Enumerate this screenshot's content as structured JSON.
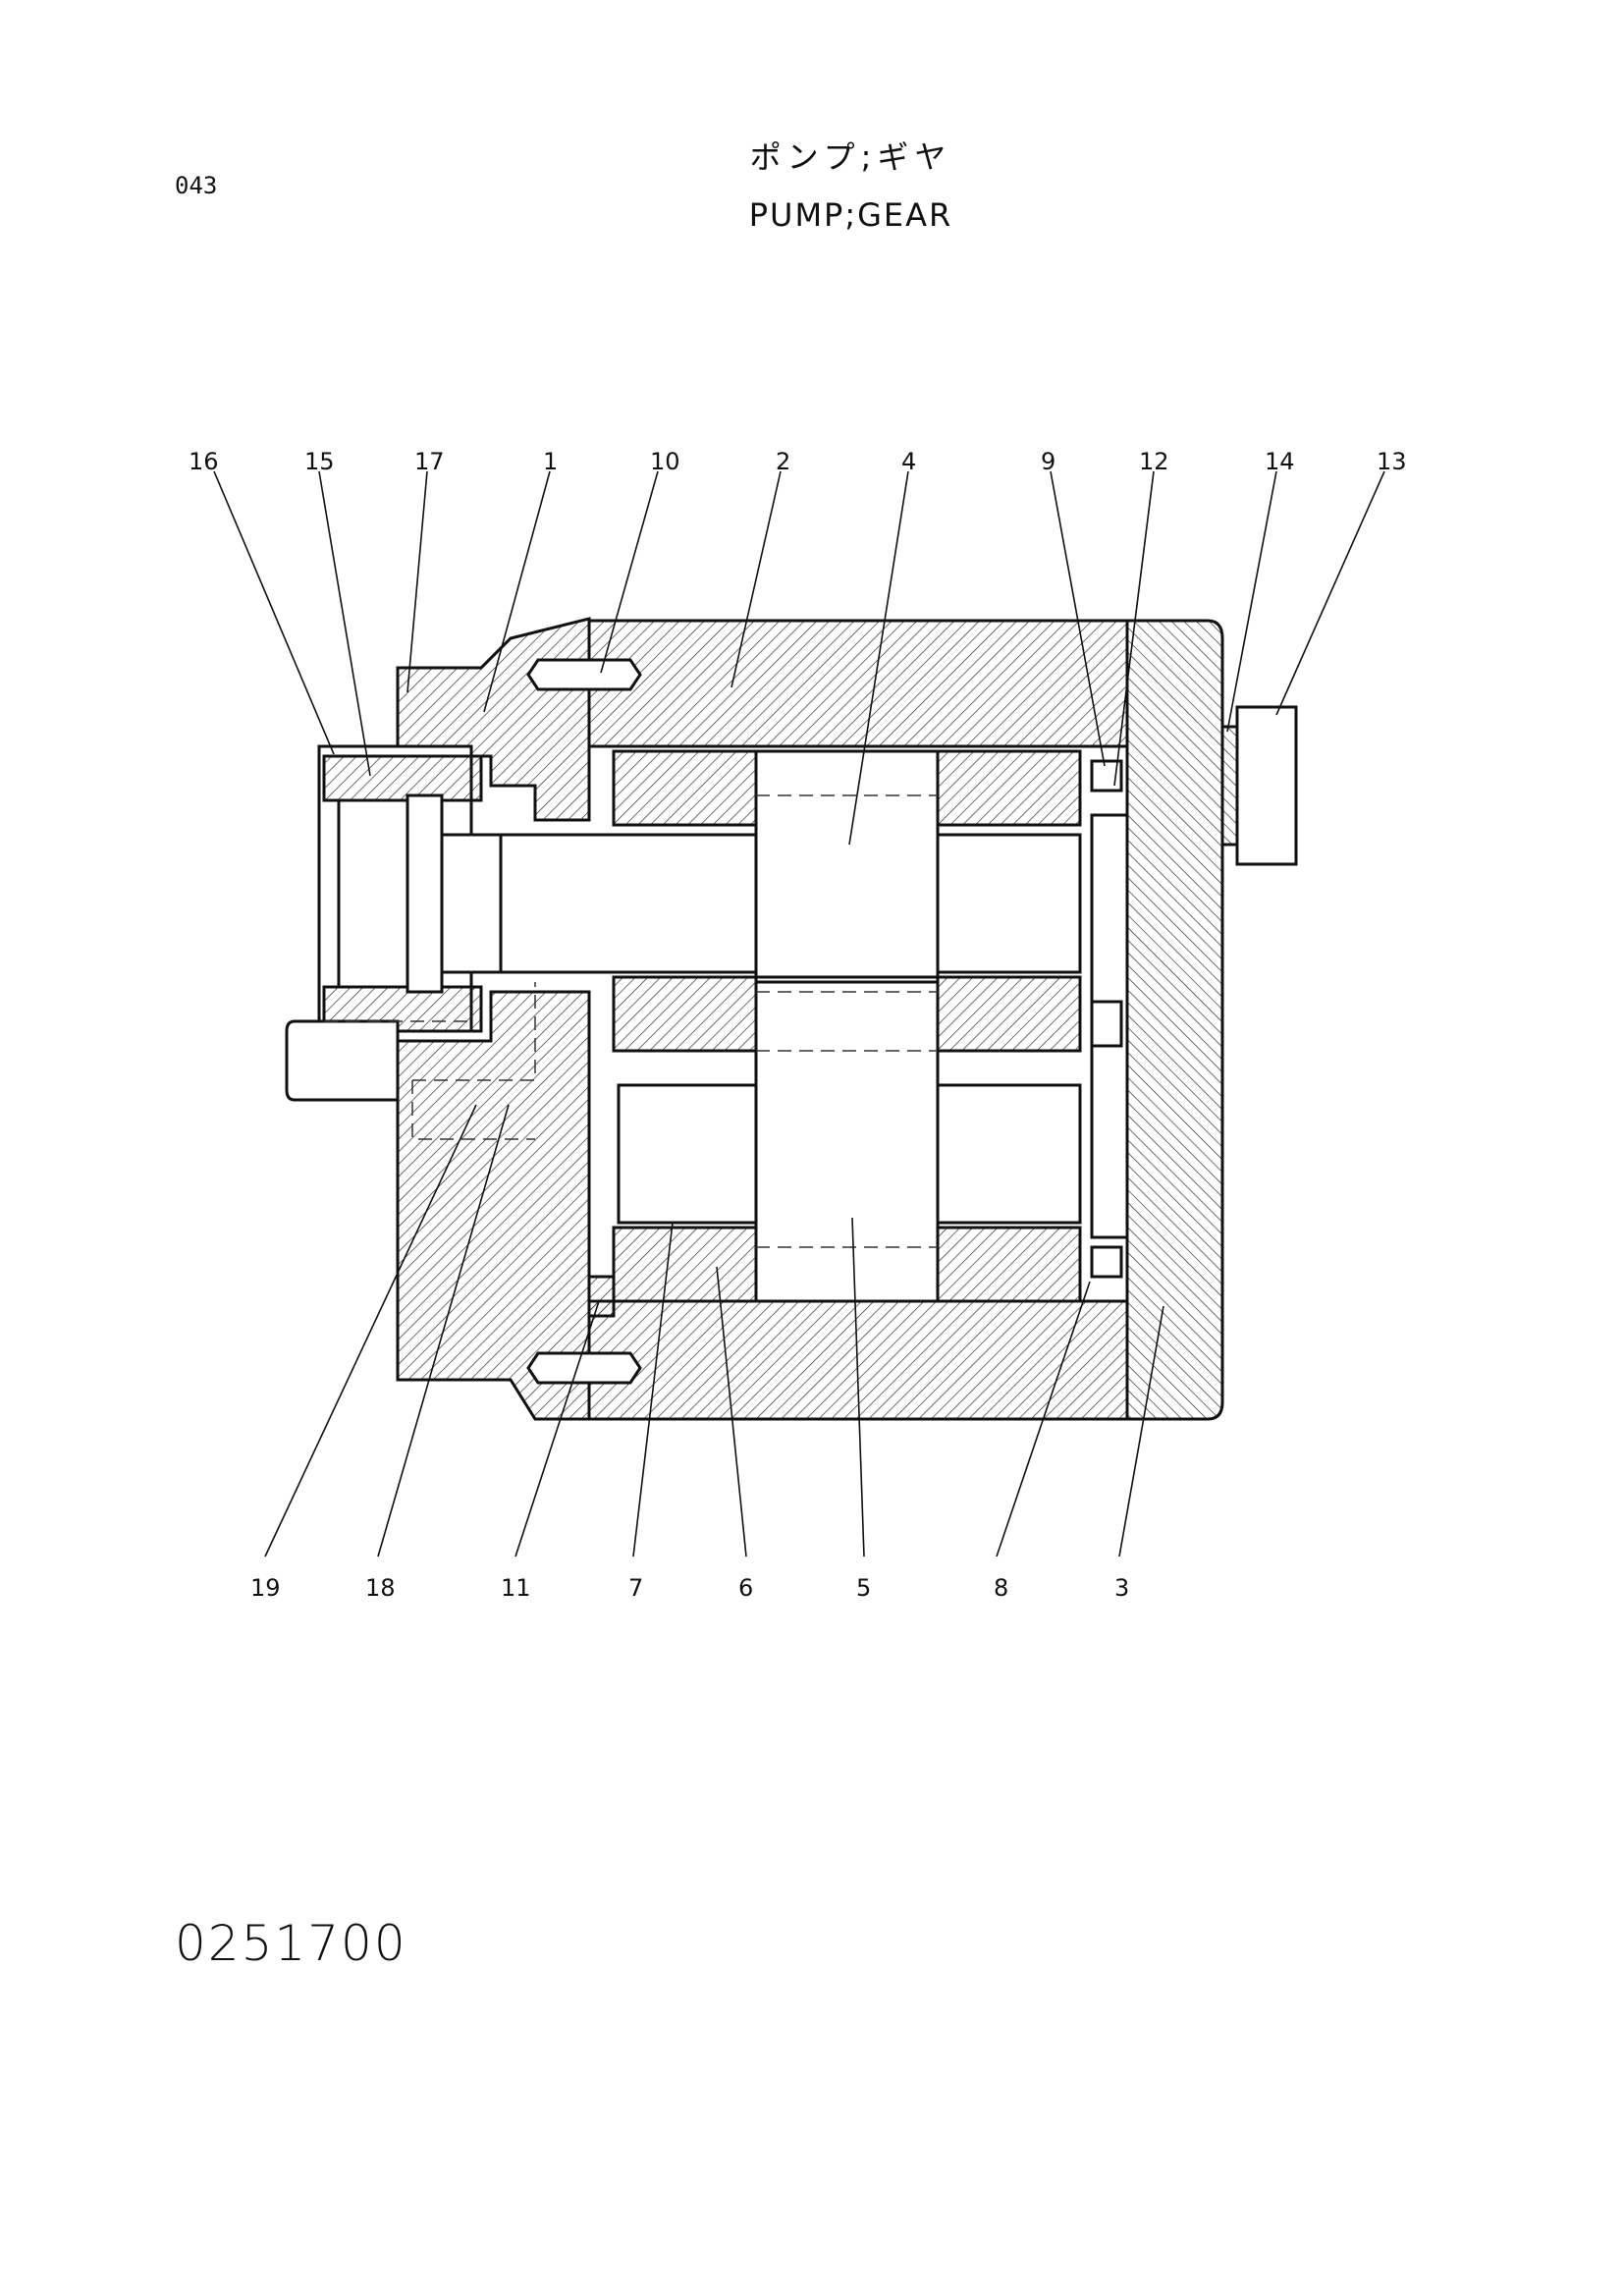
{
  "header": {
    "page_number": "043",
    "title_jp": "ポンプ;ギヤ",
    "title_en": "PUMP;GEAR"
  },
  "footer": {
    "drawing_code": "0251700"
  },
  "callouts": {
    "c16": "16",
    "c15": "15",
    "c17": "17",
    "c1": "1",
    "c10": "10",
    "c2": "2",
    "c4": "4",
    "c9": "9",
    "c12": "12",
    "c14": "14",
    "c13": "13",
    "c19": "19",
    "c18": "18",
    "c11": "11",
    "c7": "7",
    "c6": "6",
    "c5": "5",
    "c8": "8",
    "c3": "3"
  }
}
